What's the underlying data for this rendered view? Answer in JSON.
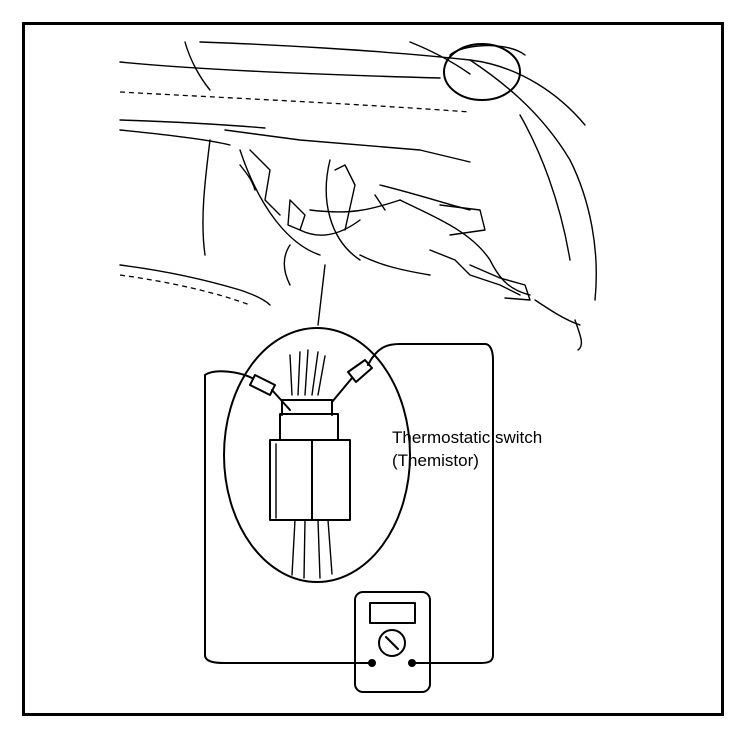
{
  "labels": {
    "component_line1": "Thermostatic switch",
    "component_line2": "(Themistor)"
  },
  "icons": {
    "dashboard": "dashboard-underside-illustration",
    "connector": "connector-plug-icon",
    "multimeter": "multimeter-icon"
  },
  "colors": {
    "line": "#000000",
    "background": "#ffffff"
  }
}
